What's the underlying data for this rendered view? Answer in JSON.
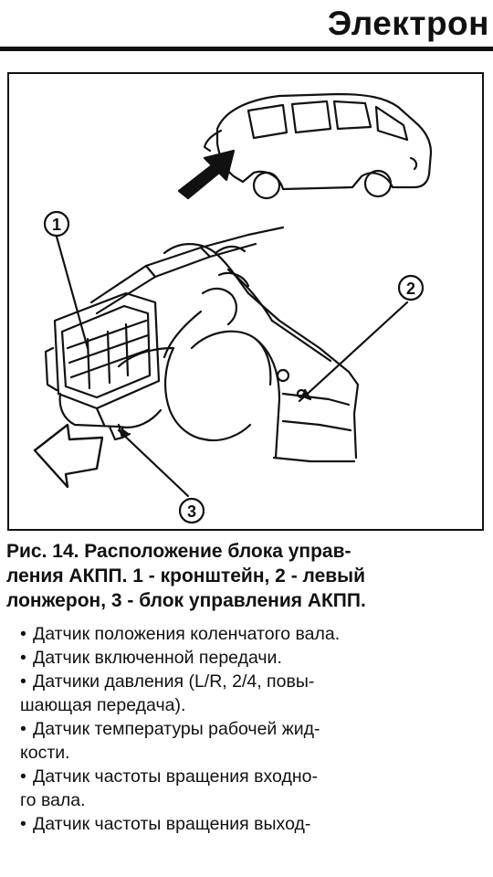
{
  "header": {
    "title": "Электрон"
  },
  "figure": {
    "callouts": [
      "1",
      "2",
      "3"
    ]
  },
  "caption": {
    "lines": [
      "Рис. 14. Расположение блока управ-",
      "ления АКПП. 1 - кронштейн, 2 - левый",
      "лонжерон, 3 - блок управления АКПП."
    ]
  },
  "bullets": [
    {
      "lines": [
        "Датчик положения коленчатого вала."
      ]
    },
    {
      "lines": [
        "Датчик включенной передачи."
      ]
    },
    {
      "lines": [
        "Датчики давления (L/R, 2/4, повы-",
        "шающая передача)."
      ]
    },
    {
      "lines": [
        "Датчик температуры рабочей жид-",
        "кости."
      ]
    },
    {
      "lines": [
        "Датчик частоты вращения входно-",
        "го вала."
      ]
    },
    {
      "lines": [
        "Датчик частоты вращения выход-"
      ]
    }
  ]
}
